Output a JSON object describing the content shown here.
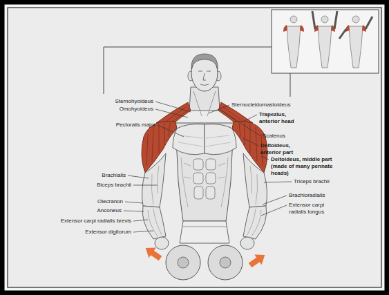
{
  "diagram": {
    "labels": [
      "Sternohyoideus",
      "Omohyoideus",
      "Pectoralis major",
      "Brachialis",
      "Biceps brachii",
      "Olecranon",
      "Anconeus",
      "Extensor carpi radialis brevis",
      "Extensor digitorum",
      "Sternocleidomastoideus",
      "Trapezius, anterior head",
      "Scalenus",
      "Deltoideus, anterior part",
      "Deltoideus, middle part (made of many pennate heads)",
      "Triceps brachii",
      "Brachioradialis",
      "Extensor carpi radialis longus"
    ]
  }
}
